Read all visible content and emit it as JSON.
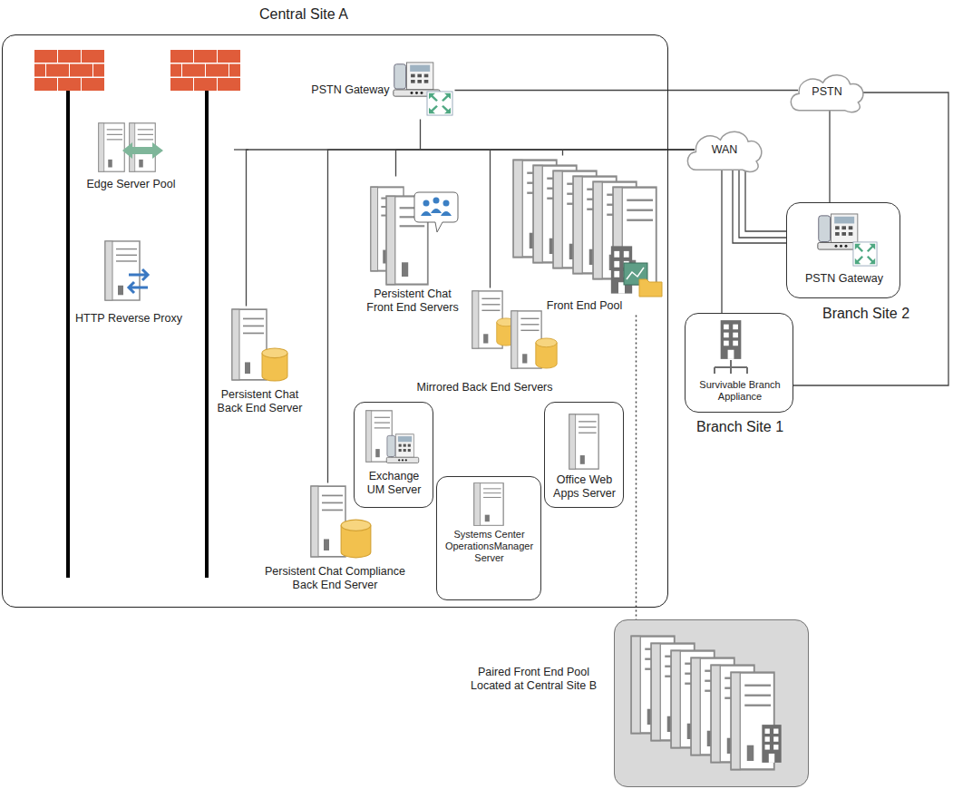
{
  "diagram": {
    "nodes": [
      {
        "text": [
          "Central Site A"
        ]
      },
      {
        "text": [
          "PSTN Gateway"
        ],
        "in": 0
      },
      {
        "text": [
          "Edge Server Pool"
        ],
        "in": 0
      },
      {
        "text": [
          "HTTP Reverse Proxy"
        ],
        "in": 0
      },
      {
        "text": [
          "Persistent Chat Front End Servers"
        ],
        "in": 0
      },
      {
        "text": [
          "Front End Pool"
        ],
        "in": 0
      },
      {
        "text": [
          "Mirrored Back End Servers"
        ],
        "in": 0
      },
      {
        "text": [
          "Persistent Chat Back End Server"
        ],
        "in": 0
      },
      {
        "text": [
          "Exchange UM Server"
        ],
        "in": 0
      },
      {
        "text": [
          "Office Web Apps Server"
        ],
        "in": 0
      },
      {
        "text": [
          "Systems Center OperationsManager Server"
        ],
        "in": 0
      },
      {
        "text": [
          "Persistent Chat Compliance Back End Server"
        ],
        "in": 0
      },
      {
        "text": [
          "PSTN"
        ]
      },
      {
        "text": [
          "WAN"
        ]
      },
      {
        "text": [
          "PSTN Gateway",
          "Branch Site 2"
        ]
      },
      {
        "text": [
          "Survivable Branch Appliance",
          "Branch Site 1"
        ]
      },
      {
        "text": [
          "Paired Front End Pool Located at Central Site B"
        ]
      }
    ],
    "edges": [
      {
        "from": 1,
        "to": 12,
        "arrow": "none"
      },
      {
        "from": 13,
        "to": 1,
        "arrow": "none"
      },
      {
        "from": 13,
        "to": 4,
        "arrow": "none"
      },
      {
        "from": 13,
        "to": 5,
        "arrow": "none"
      },
      {
        "from": 13,
        "to": 6,
        "arrow": "none"
      },
      {
        "from": 13,
        "to": 7,
        "arrow": "none"
      },
      {
        "from": 13,
        "to": 11,
        "arrow": "none"
      },
      {
        "from": 12,
        "to": 14,
        "arrow": "none"
      },
      {
        "from": 12,
        "to": 15,
        "arrow": "none"
      },
      {
        "from": 13,
        "to": 14,
        "arrow": "none"
      },
      {
        "from": 13,
        "to": 15,
        "arrow": "none"
      },
      {
        "from": 5,
        "to": 16,
        "arrow": "none"
      }
    ]
  }
}
